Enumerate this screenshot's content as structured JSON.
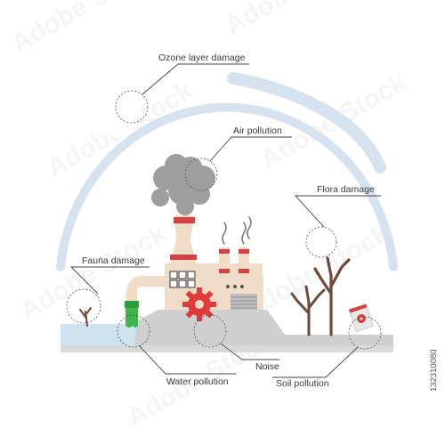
{
  "labels": {
    "ozone": "Ozone layer damage",
    "air": "Air pollution",
    "flora": "Flora damage",
    "fauna": "Fauna damage",
    "noise": "Noise",
    "water": "Water pollution",
    "soil": "Soil pollution"
  },
  "stock_id": "132310080",
  "watermark": "Adobe Stock",
  "colors": {
    "sky_arc": "#d6e3ef",
    "ground": "#cfcfcf",
    "water": "#cde3ef",
    "building": "#f1dcc8",
    "red_band": "#d64242",
    "smoke": "#9e9e9e",
    "toxic_green": "#3fb54a",
    "gear": "#e03b3b",
    "tree": "#6e4a3a",
    "line": "#444444"
  },
  "icons": {
    "factory": "factory-icon",
    "smoke": "smoke-cloud-icon",
    "gear": "gear-icon",
    "dead_tree": "dead-tree-icon",
    "dead_bird": "dead-bird-icon",
    "hazard_barrel": "radioactive-barrel-icon"
  }
}
